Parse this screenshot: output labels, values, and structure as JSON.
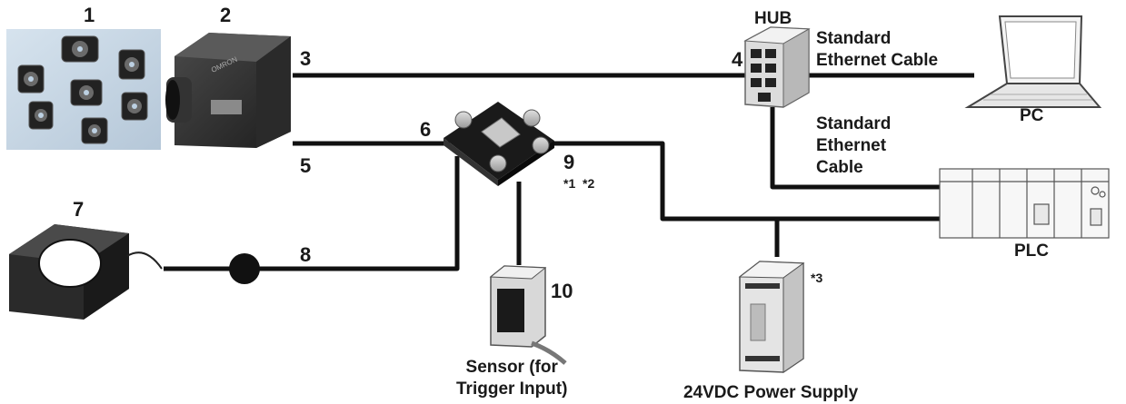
{
  "numbers": {
    "n1": "1",
    "n2": "2",
    "n3": "3",
    "n4": "4",
    "n5": "5",
    "n6": "6",
    "n7": "7",
    "n8": "8",
    "n9": "9",
    "n10": "10"
  },
  "labels": {
    "hub": "HUB",
    "pc": "PC",
    "plc": "PLC",
    "cable_top_line1": "Standard",
    "cable_top_line2": "Ethernet Cable",
    "cable_mid_line1": "Standard",
    "cable_mid_line2": "Ethernet",
    "cable_mid_line3": "Cable",
    "sensor_line1": "Sensor (for",
    "sensor_line2": "Trigger Input)",
    "power": "24VDC Power Supply"
  },
  "notes": {
    "n1": "*1",
    "n2": "*2",
    "n3": "*3"
  }
}
